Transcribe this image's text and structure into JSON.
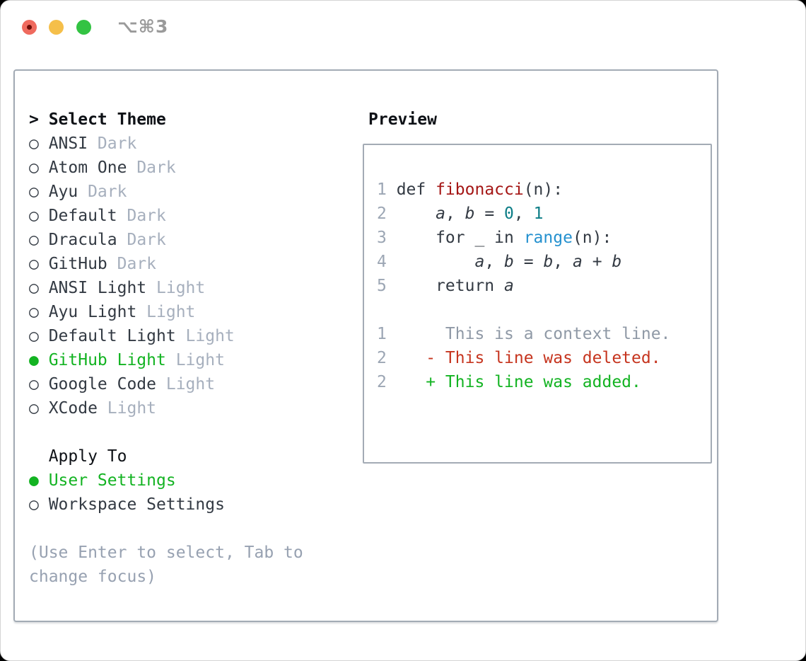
{
  "window": {
    "title": "⌥⌘3"
  },
  "glyphs": {
    "cursor": ">",
    "bullet_selected": "●",
    "bullet_unselected": "○"
  },
  "theme_list": {
    "header": "Select Theme",
    "items": [
      {
        "name": "ANSI",
        "variant": "Dark",
        "selected": false
      },
      {
        "name": "Atom One",
        "variant": "Dark",
        "selected": false
      },
      {
        "name": "Ayu",
        "variant": "Dark",
        "selected": false
      },
      {
        "name": "Default",
        "variant": "Dark",
        "selected": false
      },
      {
        "name": "Dracula",
        "variant": "Dark",
        "selected": false
      },
      {
        "name": "GitHub",
        "variant": "Dark",
        "selected": false
      },
      {
        "name": "ANSI Light",
        "variant": "Light",
        "selected": false
      },
      {
        "name": "Ayu Light",
        "variant": "Light",
        "selected": false
      },
      {
        "name": "Default Light",
        "variant": "Light",
        "selected": false
      },
      {
        "name": "GitHub Light",
        "variant": "Light",
        "selected": true
      },
      {
        "name": "Google Code",
        "variant": "Light",
        "selected": false
      },
      {
        "name": "XCode",
        "variant": "Light",
        "selected": false
      }
    ]
  },
  "apply_to": {
    "header": "Apply To",
    "options": [
      {
        "label": "User Settings",
        "selected": true
      },
      {
        "label": "Workspace Settings",
        "selected": false
      }
    ]
  },
  "hint": {
    "text": "(Use Enter to select, Tab to change focus)"
  },
  "preview": {
    "header": "Preview",
    "code_lines": [
      {
        "num": "1",
        "tokens": [
          {
            "t": "def ",
            "c": "plain"
          },
          {
            "t": "fibonacci",
            "c": "func"
          },
          {
            "t": "(n):",
            "c": "plain"
          }
        ]
      },
      {
        "num": "2",
        "tokens": [
          {
            "t": "    ",
            "c": "plain"
          },
          {
            "t": "a",
            "c": "var"
          },
          {
            "t": ", ",
            "c": "plain"
          },
          {
            "t": "b",
            "c": "var"
          },
          {
            "t": " = ",
            "c": "plain"
          },
          {
            "t": "0",
            "c": "num"
          },
          {
            "t": ", ",
            "c": "plain"
          },
          {
            "t": "1",
            "c": "num"
          }
        ]
      },
      {
        "num": "3",
        "tokens": [
          {
            "t": "    for _ in ",
            "c": "plain"
          },
          {
            "t": "range",
            "c": "builtin"
          },
          {
            "t": "(n):",
            "c": "plain"
          }
        ]
      },
      {
        "num": "4",
        "tokens": [
          {
            "t": "        ",
            "c": "plain"
          },
          {
            "t": "a",
            "c": "var"
          },
          {
            "t": ", ",
            "c": "plain"
          },
          {
            "t": "b",
            "c": "var"
          },
          {
            "t": " = ",
            "c": "plain"
          },
          {
            "t": "b",
            "c": "var"
          },
          {
            "t": ", ",
            "c": "plain"
          },
          {
            "t": "a",
            "c": "var"
          },
          {
            "t": " + ",
            "c": "plain"
          },
          {
            "t": "b",
            "c": "var"
          }
        ]
      },
      {
        "num": "5",
        "tokens": [
          {
            "t": "    return ",
            "c": "plain"
          },
          {
            "t": "a",
            "c": "var"
          }
        ]
      }
    ],
    "diff_lines": [
      {
        "num": "1",
        "kind": "context",
        "text": "     This is a context line."
      },
      {
        "num": "2",
        "kind": "deleted",
        "text": "   - This line was deleted."
      },
      {
        "num": "2",
        "kind": "added",
        "text": "   + This line was added."
      }
    ]
  },
  "colors": {
    "green": "#13b322",
    "diff_green": "#13b322",
    "diff_red": "#c6351f",
    "func_red": "#a41615",
    "builtin_blue": "#2591cf",
    "num_teal": "#0c7d86",
    "text_dark": "#333a43",
    "heading": "#0e1116",
    "muted": "#a6afbd",
    "line_num": "#9ca6b4",
    "context_gray": "#8f99a6",
    "hint": "#97a1b1",
    "panel_border": "#a3abb5",
    "title_gray": "#9a9a9a",
    "tl_red": "#ef6a5e",
    "tl_red_dot": "#6d0d07",
    "tl_yellow": "#f5bf4a",
    "tl_green": "#33c343"
  }
}
